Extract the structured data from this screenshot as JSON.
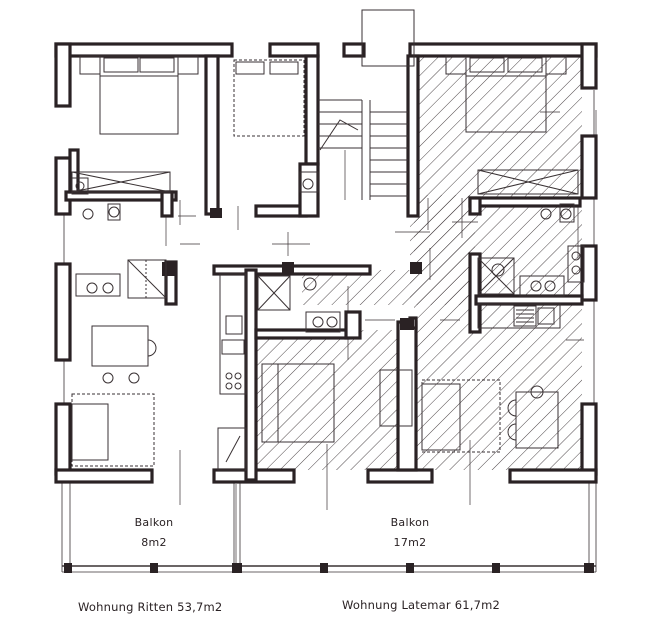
{
  "plan": {
    "wall_color": "#2a2224",
    "hatch_color": "#3a3234",
    "line_color": "#3a3234",
    "balconies": [
      {
        "name": "Balkon",
        "area": "8m2"
      },
      {
        "name": "Balkon",
        "area": "17m2"
      }
    ],
    "apartments": [
      {
        "caption": "Wohnung Ritten 53,7m2"
      },
      {
        "caption": "Wohnung Latemar 61,7m2"
      }
    ]
  }
}
